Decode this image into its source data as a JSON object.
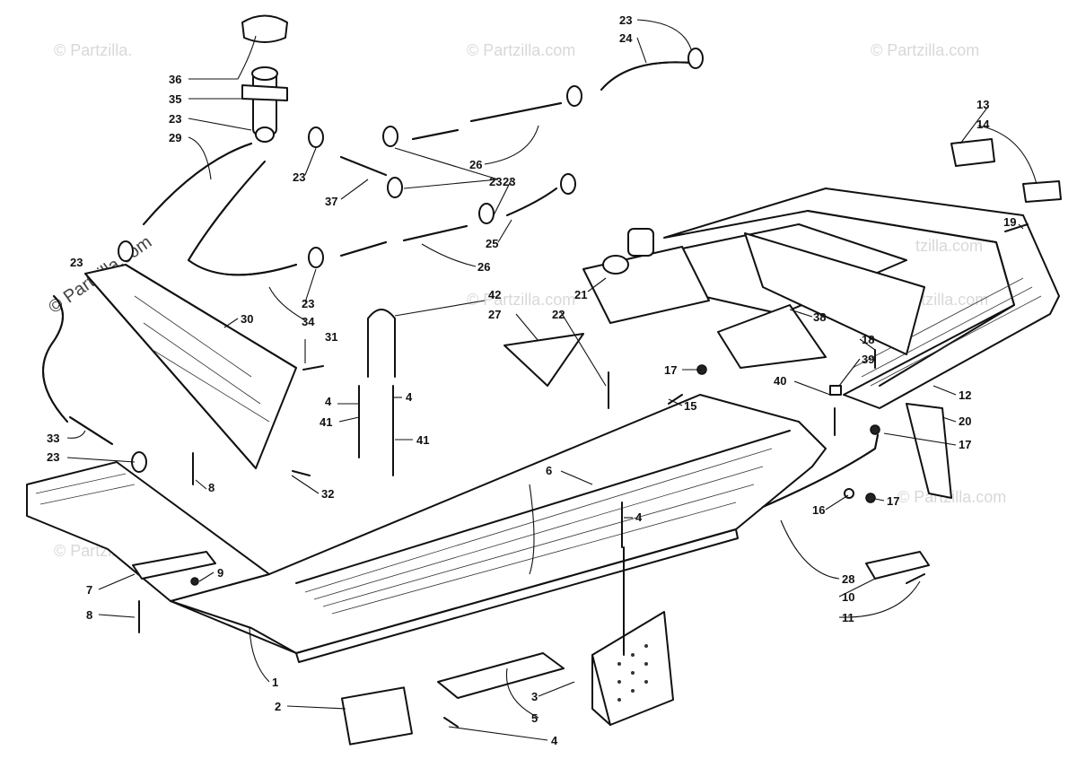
{
  "watermark": {
    "text": "© Partzilla.com",
    "text_short": "© Partzilla.",
    "text_tail": "tzilla.com"
  },
  "callouts": [
    "36",
    "35",
    "23",
    "29",
    "23",
    "37",
    "23",
    "26",
    "23",
    "24",
    "23",
    "25",
    "26",
    "23",
    "23",
    "34",
    "42",
    "27",
    "22",
    "21",
    "38",
    "30",
    "31",
    "4",
    "4",
    "41",
    "41",
    "13",
    "14",
    "19",
    "18",
    "39",
    "17",
    "40",
    "12",
    "20",
    "17",
    "15",
    "6",
    "33",
    "23",
    "8",
    "32",
    "4",
    "16",
    "17",
    "9",
    "7",
    "8",
    "28",
    "10",
    "11",
    "1",
    "2",
    "3",
    "5",
    "4"
  ]
}
